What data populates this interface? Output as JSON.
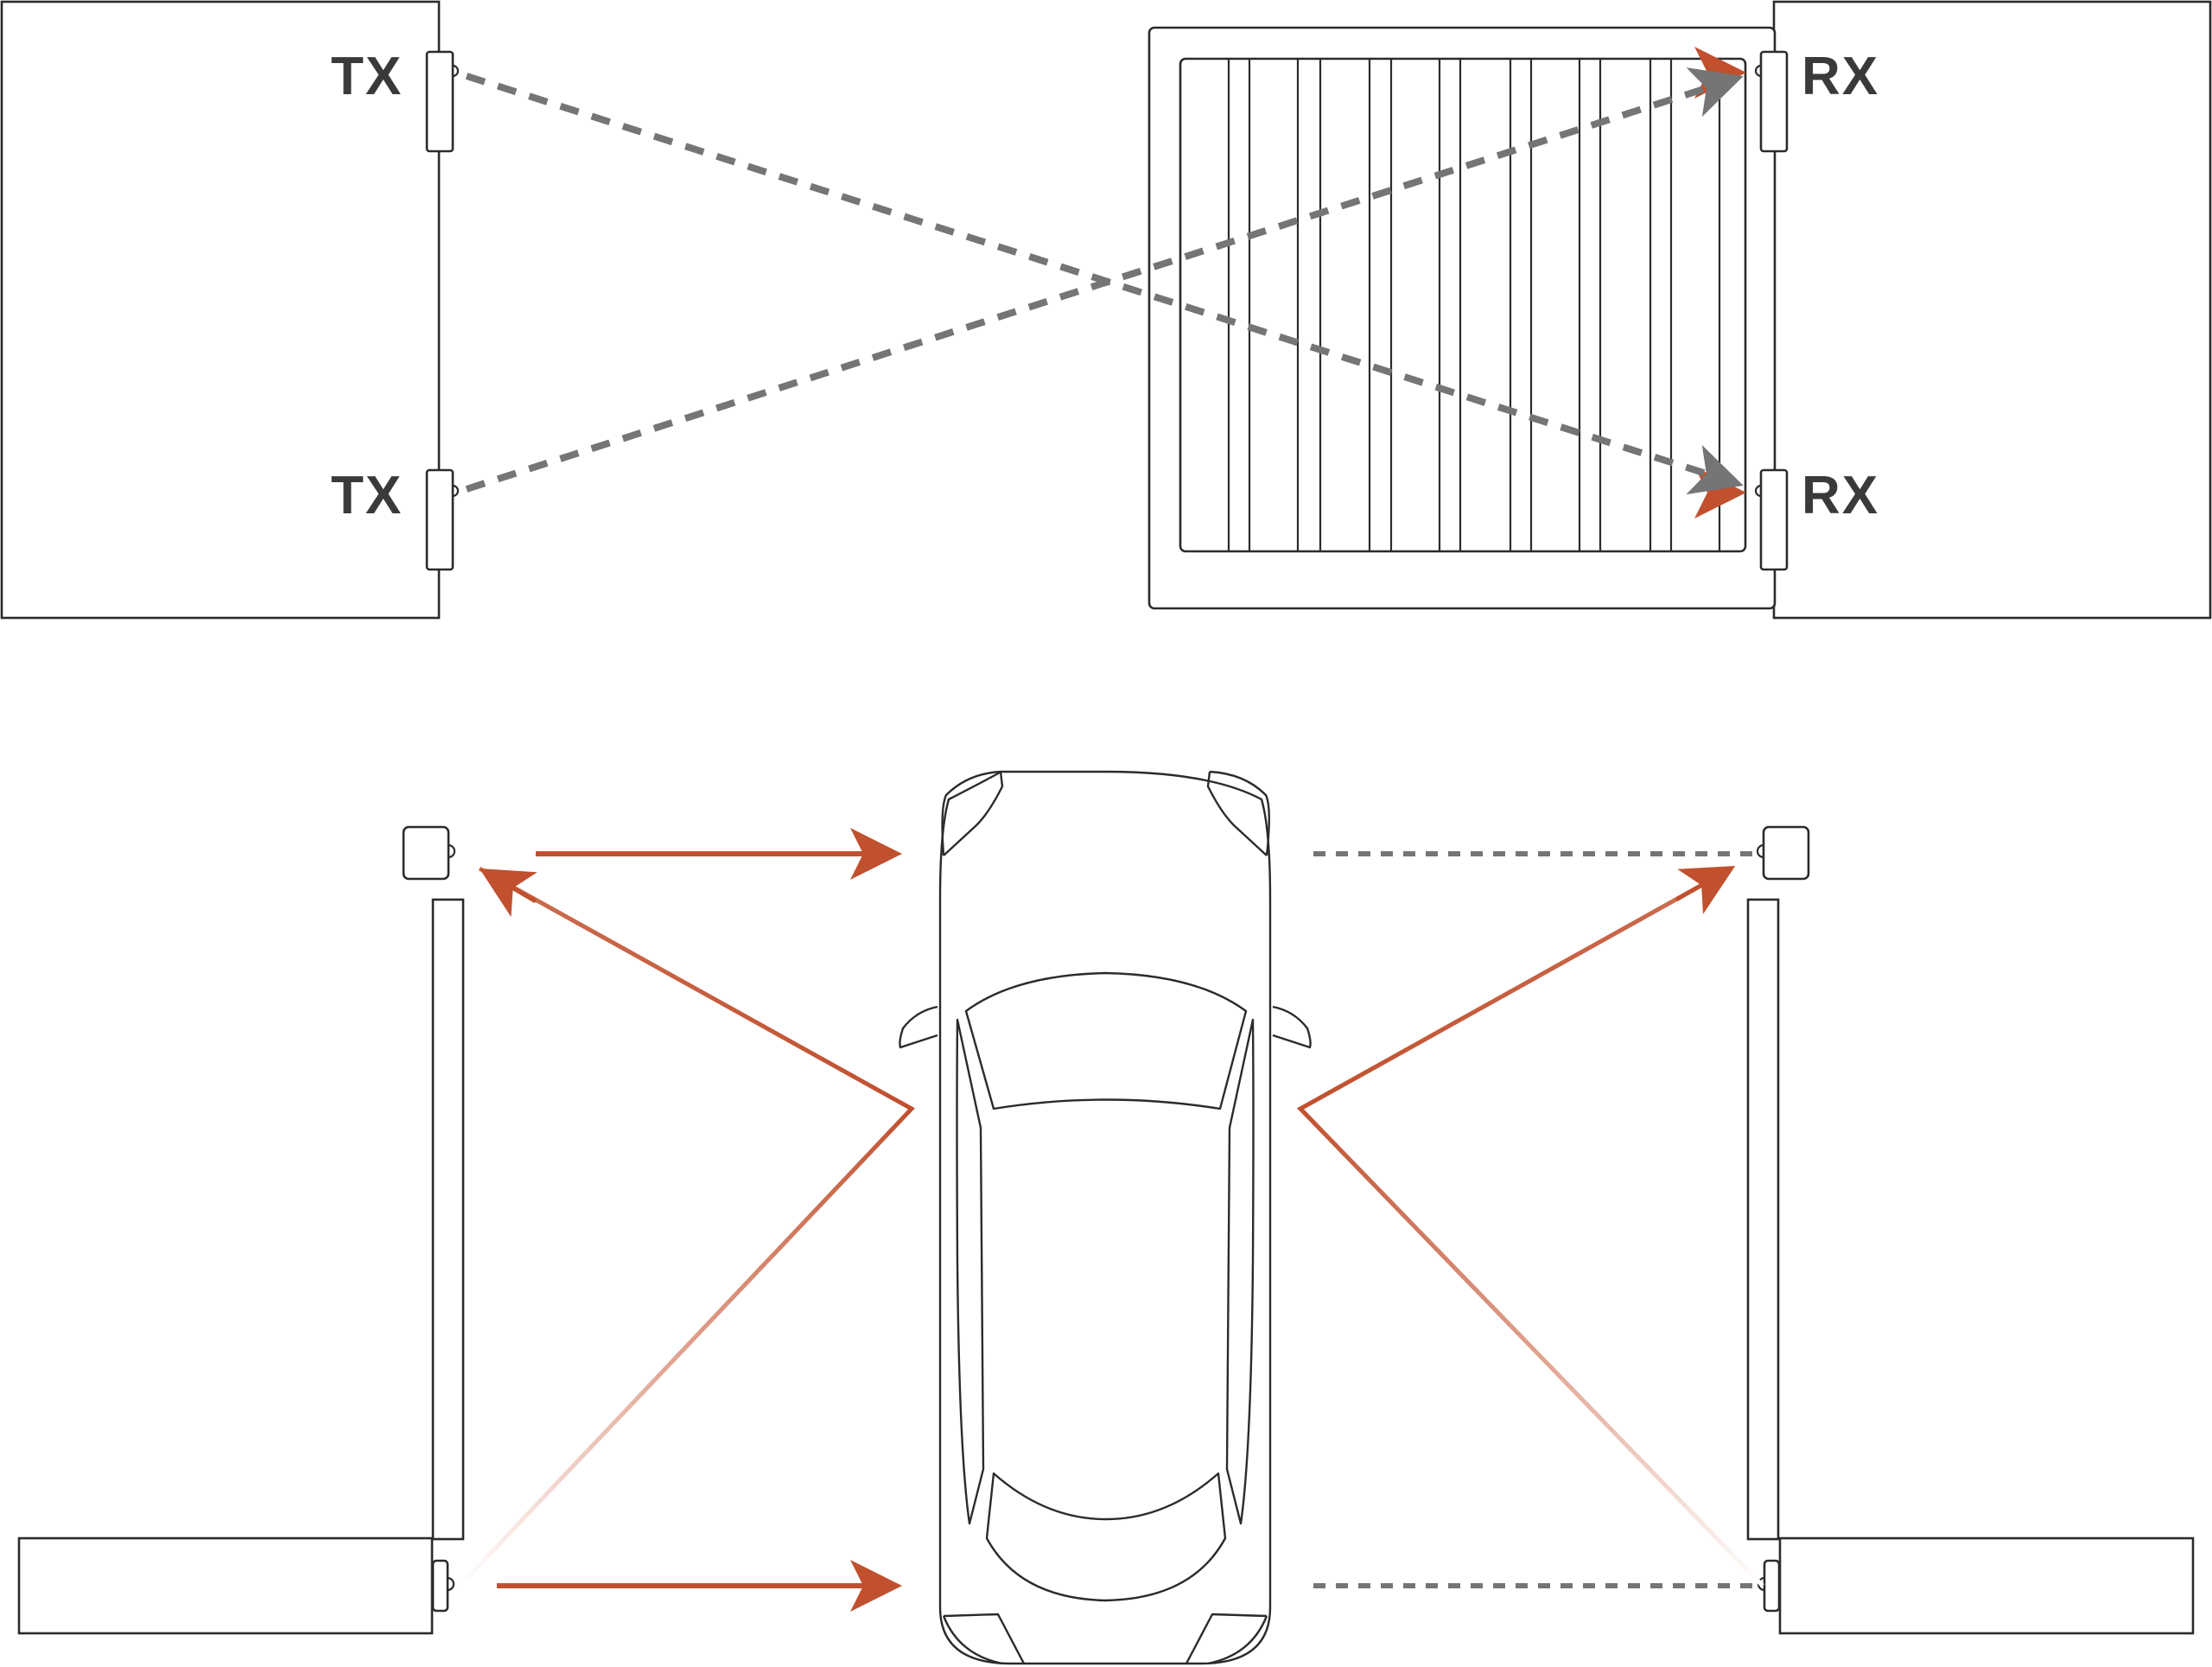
{
  "top_diagram": {
    "tx_top_label": "TX",
    "tx_bottom_label": "TX",
    "rx_top_label": "RX",
    "rx_bottom_label": "RX"
  },
  "colors": {
    "beam": "#c0502e",
    "beam_light": "#f6ddd4",
    "cross_beam": "#757575",
    "outline": "#2b2b2b"
  }
}
